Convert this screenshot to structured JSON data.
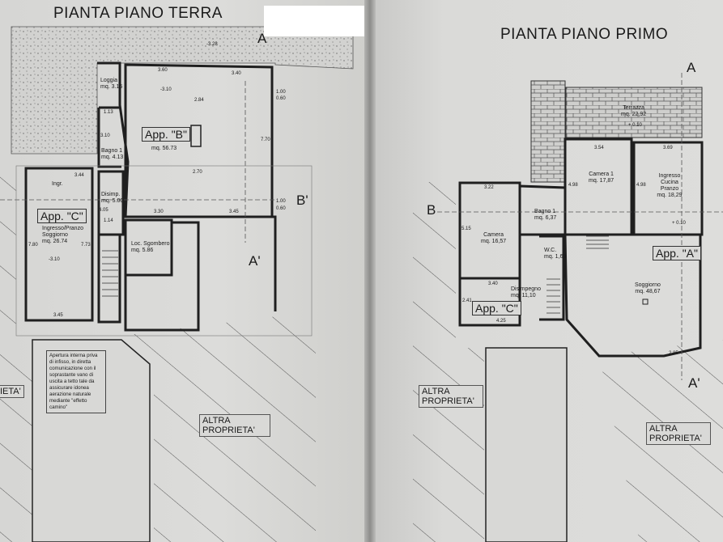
{
  "left_plan": {
    "title": "PIANTA PIANO TERRA",
    "section_marks": {
      "a": "A",
      "a_prime": "A'",
      "b_prime": "B'"
    },
    "apartments": {
      "b": "App. \"B\"",
      "c": "App. \"C\""
    },
    "rooms": [
      {
        "name": "Loggia",
        "area": "mq. 3.16"
      },
      {
        "name": "Bagno 1",
        "area": "mq. 4.13"
      },
      {
        "name": "",
        "area": "mq. 56.73"
      },
      {
        "name": "Disimp.",
        "area": "mq. 5.00"
      },
      {
        "name": "Ingresso/Pranzo Soggiorno",
        "area": "mq. 26.74"
      },
      {
        "name": "Loc. Sgombero",
        "area": "mq. 5.86"
      }
    ],
    "entrance_label": "Ingr.",
    "levels": [
      "-3.28",
      "-3.10",
      "-3.10"
    ],
    "dimensions": [
      "3.60",
      "3.40",
      "1.00",
      "0.60",
      "2.84",
      "7.70",
      "2.70",
      "1.00",
      "0.60",
      "3.30",
      "3.45",
      "1.13",
      "3.10",
      "3.44",
      "4.05",
      "1.14",
      "7.80",
      "7.73",
      "3.45"
    ],
    "note": "Apertura interna priva di infisso, in diretta comunicazione con il soprastante vano di uscita a tetto tale da assicurare idonea aerazione naturale mediante \"effetto camino\"",
    "other_property": "ALTRA PROPRIETA'",
    "other_property_edge": "IETA'"
  },
  "right_plan": {
    "title": "PIANTA PIANO PRIMO",
    "section_marks": {
      "a": "A",
      "a_prime": "A'",
      "b": "B"
    },
    "apartments": {
      "a": "App. \"A\"",
      "c": "App. \"C\""
    },
    "rooms": [
      {
        "name": "Terrazza",
        "area": "mq. 22,92"
      },
      {
        "name": "Camera 1",
        "area": "mq. 17,87"
      },
      {
        "name": "Ingresso Cucina Pranzo",
        "area": "mq. 18,29"
      },
      {
        "name": "Camera",
        "area": "mq. 16,57"
      },
      {
        "name": "Bagno 1",
        "area": "mq. 6,37"
      },
      {
        "name": "W.C.",
        "area": "mq. 1,63"
      },
      {
        "name": "Disimpegno",
        "area": "mq. 11,10"
      },
      {
        "name": "Soggiorno",
        "area": "mq. 48,67"
      }
    ],
    "levels": [
      "+ 0.10",
      "+ 0.10"
    ],
    "dimensions": [
      "3.54",
      "3.69",
      "3.22",
      "5.15",
      "4.98",
      "4.98",
      "3.40",
      "2.41",
      "4.25",
      "2.85"
    ],
    "other_property_1": "ALTRA PROPRIETA'",
    "other_property_2": "ALTRA PROPRIETA'"
  },
  "colors": {
    "paper": "#dadad8",
    "ink": "#1a1a1a",
    "redaction": "#ffffff"
  }
}
